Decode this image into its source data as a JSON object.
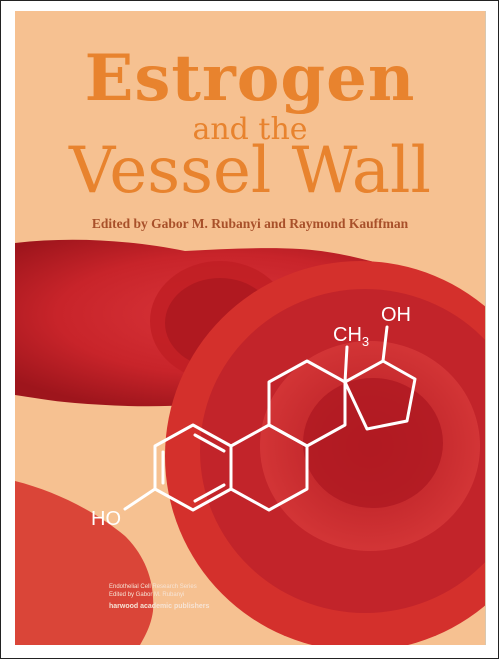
{
  "cover": {
    "title_line1": "Estrogen",
    "title_line2": "and the",
    "title_line3": "Vessel Wall",
    "editors": "Edited by Gabor M. Rubanyi and Raymond Kauffman",
    "series": "Endothelial Cell Research Series",
    "series_editor": "Edited by Gabor M. Rubanyi",
    "publisher": "harwood academic publishers"
  },
  "molecule": {
    "label_oh_top": "OH",
    "label_ch3": "CH",
    "label_ch3_sub": "3",
    "label_ho": "HO"
  },
  "colors": {
    "background": "#f6c191",
    "title": "#e8832e",
    "cell": "#d3282a",
    "molecule_lines": "#ffffff"
  }
}
